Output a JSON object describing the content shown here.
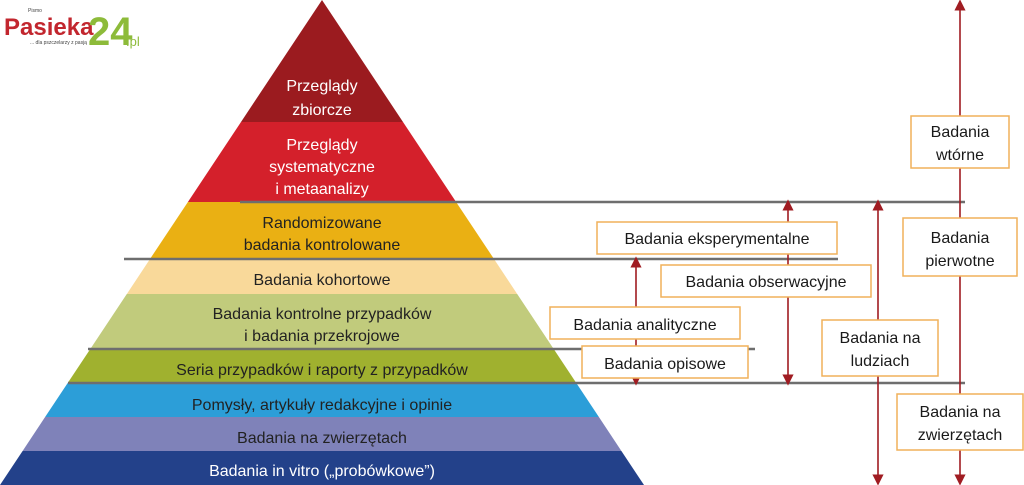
{
  "logo": {
    "small_top": "Pismo",
    "name": "Pasieka",
    "number": "24",
    "domain": ".pl",
    "tagline": "... dla pszczelarzy z pasją"
  },
  "colors": {
    "arrow": "#a01c22",
    "line": "#6e6e6e",
    "box_border": "#f0b15a"
  },
  "pyramid": {
    "levels": [
      {
        "lines": [
          "Przeglądy",
          "zbiorcze"
        ],
        "color": "#9b1b1f",
        "text_color": "#ffffff"
      },
      {
        "lines": [
          "Przeglądy",
          "systematyczne",
          "i metaanalizy"
        ],
        "color": "#d4202b",
        "text_color": "#ffffff"
      },
      {
        "lines": [
          "Randomizowane",
          "badania kontrolowane"
        ],
        "color": "#eab013",
        "text_color": "#222222"
      },
      {
        "lines": [
          "Badania kohortowe"
        ],
        "color": "#f9d99a",
        "text_color": "#222222"
      },
      {
        "lines": [
          "Badania kontrolne przypadków",
          "i badania przekrojowe"
        ],
        "color": "#c1cb7c",
        "text_color": "#222222"
      },
      {
        "lines": [
          "Seria przypadków i raporty z przypadków"
        ],
        "color": "#a0b12f",
        "text_color": "#222222"
      },
      {
        "lines": [
          "Pomysły, artykuły redakcyjne i opinie"
        ],
        "color": "#2c9ed8",
        "text_color": "#222222"
      },
      {
        "lines": [
          "Badania na zwierzętach"
        ],
        "color": "#7f82b9",
        "text_color": "#222222"
      },
      {
        "lines": [
          "Badania in vitro („probówkowe”)"
        ],
        "color": "#23418a",
        "text_color": "#ffffff"
      }
    ]
  },
  "boxes": {
    "wtorne": [
      "Badania",
      "wtórne"
    ],
    "pierwotne": [
      "Badania",
      "pierwotne"
    ],
    "zwierzeta": [
      "Badania na",
      "zwierzętach"
    ],
    "ludzie": [
      "Badania na",
      "ludziach"
    ],
    "eksperymentalne": [
      "Badania eksperymentalne"
    ],
    "obserwacyjne": [
      "Badania obserwacyjne"
    ],
    "analityczne": [
      "Badania analityczne"
    ],
    "opisowe": [
      "Badania opisowe"
    ]
  }
}
